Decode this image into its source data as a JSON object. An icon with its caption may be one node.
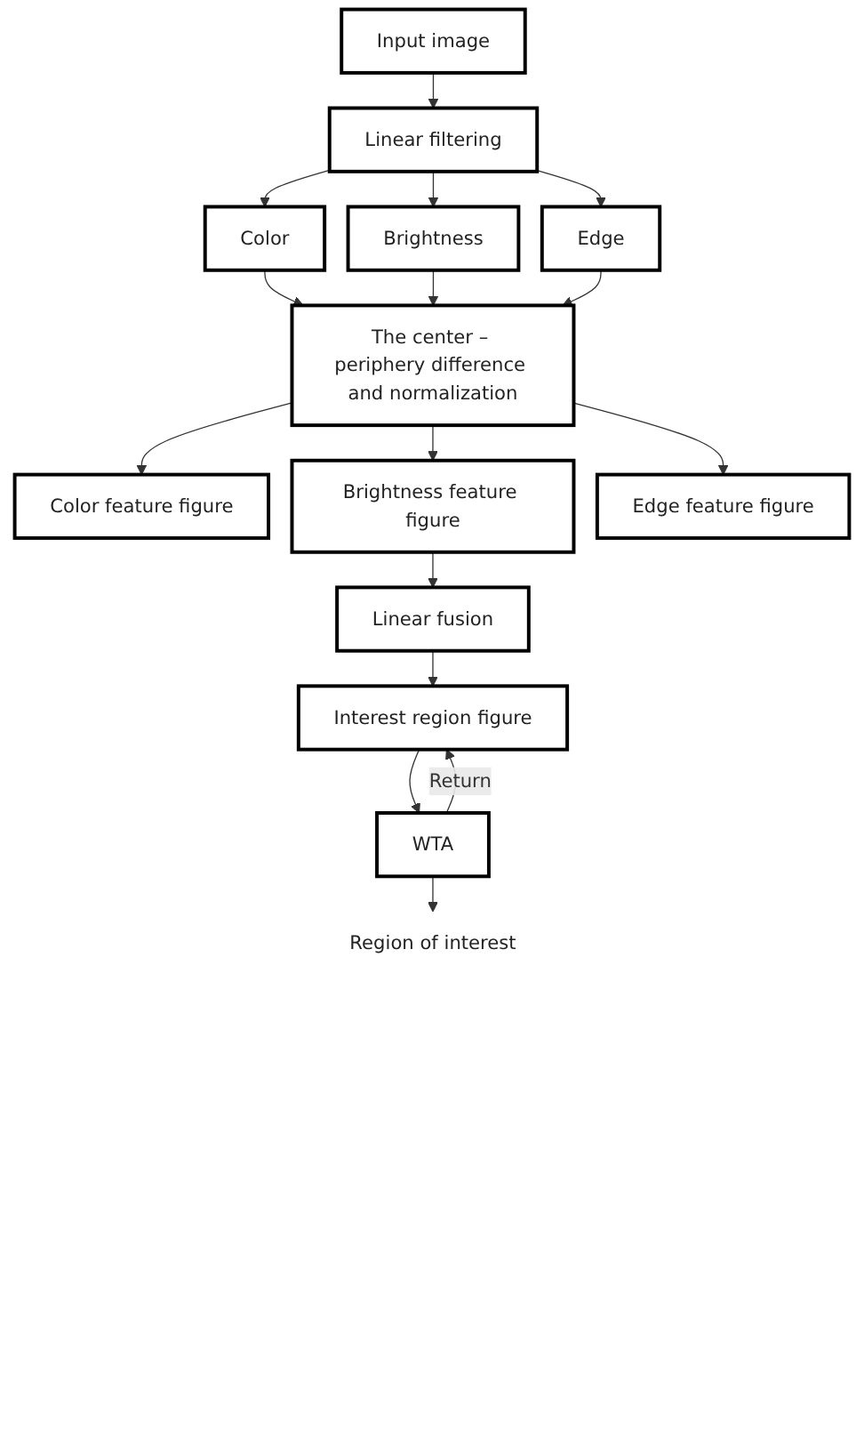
{
  "diagram": {
    "nodes": [
      {
        "text": [
          "Input image"
        ]
      },
      {
        "text": [
          "Linear filtering"
        ]
      },
      {
        "text": [
          "Color"
        ]
      },
      {
        "text": [
          "Brightness"
        ]
      },
      {
        "text": [
          "Edge"
        ]
      },
      {
        "text": [
          "The center – periphery difference and normalization"
        ]
      },
      {
        "text": [
          "Color feature figure"
        ]
      },
      {
        "text": [
          "Brightness feature figure"
        ]
      },
      {
        "text": [
          "Edge feature figure"
        ]
      },
      {
        "text": [
          "Linear fusion"
        ]
      },
      {
        "text": [
          "Interest region figure"
        ]
      },
      {
        "text": [
          "WTA"
        ]
      },
      {
        "text": [
          "Region of interest"
        ]
      }
    ],
    "edges": [
      {
        "from": 0,
        "to": 1,
        "arrow": "to"
      },
      {
        "from": 1,
        "to": 2,
        "arrow": "to"
      },
      {
        "from": 1,
        "to": 3,
        "arrow": "to"
      },
      {
        "from": 1,
        "to": 4,
        "arrow": "to"
      },
      {
        "from": 2,
        "to": 5,
        "arrow": "to"
      },
      {
        "from": 3,
        "to": 5,
        "arrow": "to"
      },
      {
        "from": 4,
        "to": 5,
        "arrow": "to"
      },
      {
        "from": 5,
        "to": 6,
        "arrow": "to"
      },
      {
        "from": 5,
        "to": 7,
        "arrow": "to"
      },
      {
        "from": 5,
        "to": 8,
        "arrow": "to"
      },
      {
        "from": 7,
        "to": 9,
        "arrow": "to"
      },
      {
        "from": 9,
        "to": 10,
        "arrow": "to"
      },
      {
        "from": 10,
        "to": 11,
        "arrow": "to"
      },
      {
        "from": 11,
        "to": 10,
        "arrow": "to",
        "label": "Return"
      },
      {
        "from": 11,
        "to": 12,
        "arrow": "to"
      }
    ]
  }
}
